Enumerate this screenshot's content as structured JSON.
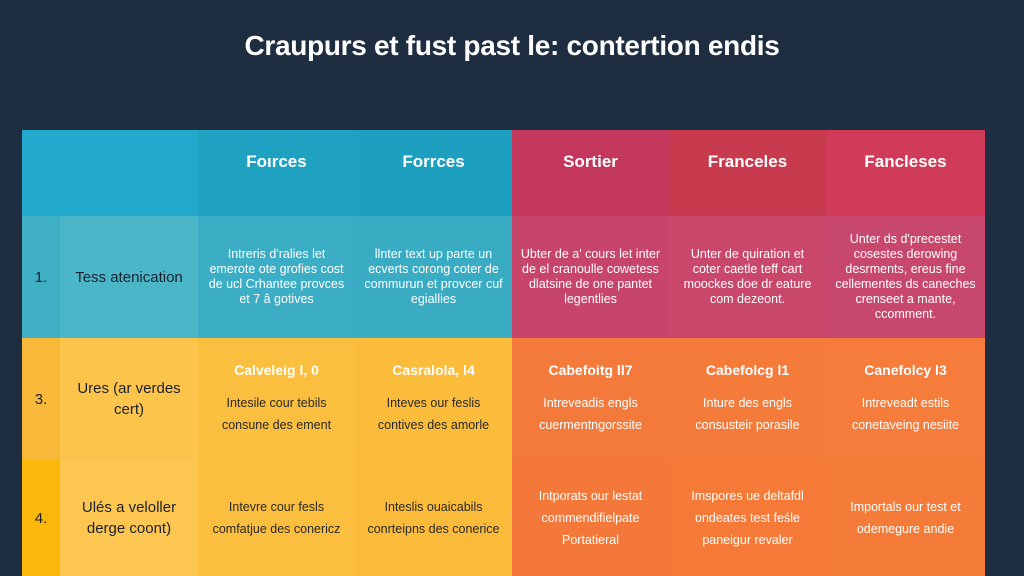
{
  "title": "Craupurs et fust past le: contertion endis",
  "colors": {
    "background": "#1e2d40",
    "teal_header": "#22a6c6",
    "teal_row": "#42b3c6",
    "red_header": "#c73a58",
    "red_row": "#c9486a",
    "yellow": "#fbbf3f",
    "orange": "#f47a3b"
  },
  "header": {
    "columns": [
      "",
      "",
      "Foırces",
      "Forrces",
      "Sortier",
      "Franceles",
      "Fancleses"
    ]
  },
  "rows": [
    {
      "number": "1.",
      "label": "Tess atenication",
      "cells": [
        {
          "subtitle": "",
          "text": "Intreris d'ralies let emerote ote grofies cost de ucl Crhantee provces et 7 â gotives"
        },
        {
          "subtitle": "",
          "text": "llnter text up parte un ecverts corong coter de commurun et provcer cuf egiallies"
        },
        {
          "subtitle": "",
          "text": "Ubter de a' cours let inter de el cranoulle cowetess dlatsine de one pantet legentlies"
        },
        {
          "subtitle": "",
          "text": "Unter de quiration et coter caetle teff cart moockes doe dr eature com dezeont."
        },
        {
          "subtitle": "",
          "text": "Unter ds d'precestet cosestes derowing desrments, ereus fine cellementes ds caneches crenseet a mante, ccomment."
        }
      ]
    },
    {
      "number": "3.",
      "label": "Ures (ar verdes cert)",
      "cells": [
        {
          "subtitle": "Calveleig l, 0",
          "text": "Intesile cour tebils consune des ement"
        },
        {
          "subtitle": "Casralola, l4",
          "text": "Inteves our feslis contives des amorle"
        },
        {
          "subtitle": "Cabefoitg ll7",
          "text": "Intreveadis engls cuermentngorssite"
        },
        {
          "subtitle": "Cabefolcg l1",
          "text": "Inture des engls consusteir porasile"
        },
        {
          "subtitle": "Canefolcy l3",
          "text": "Intreveadt estils conetaveing nesiite"
        }
      ]
    },
    {
      "number": "4.",
      "label": "Ulés a veloller derge coont)",
      "cells": [
        {
          "subtitle": "",
          "text": "Intevre cour fesls comfatjue des conericz"
        },
        {
          "subtitle": "",
          "text": "Inteslis ouaicabils conrteipns des conerice"
        },
        {
          "subtitle": "",
          "text": "Intporats our lestat commendifielpate Portatieral"
        },
        {
          "subtitle": "",
          "text": "Imspores ue deltafdl ondeates test feśle paneigur revaler"
        },
        {
          "subtitle": "",
          "text": "Importals our test et odemegure andie"
        }
      ]
    }
  ]
}
